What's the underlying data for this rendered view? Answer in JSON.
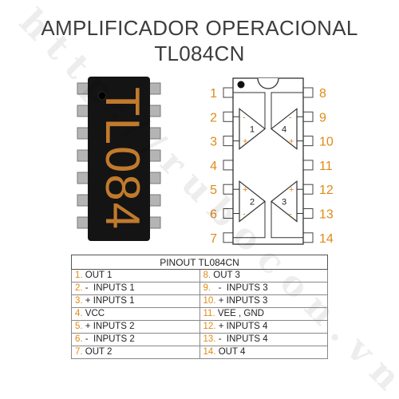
{
  "title_line1": "AMPLIFICADOR OPERACIONAL",
  "title_line2": "TL084CN",
  "chip_marking": "TL084",
  "watermark": "http://rubocon.vn",
  "diagram": {
    "left_pins": [
      "1",
      "2",
      "3",
      "4",
      "5",
      "6",
      "7"
    ],
    "right_pins": [
      "8",
      "9",
      "10",
      "11",
      "12",
      "13",
      "14"
    ],
    "amps": [
      "1",
      "4",
      "2",
      "3"
    ]
  },
  "table": {
    "header": "PINOUT TL084CN",
    "rows": [
      [
        {
          "n": "1.",
          "t": " OUT 1"
        },
        {
          "n": "8.",
          "t": " OUT 3"
        }
      ],
      [
        {
          "n": "2.",
          "t": " -  INPUTS 1"
        },
        {
          "n": "9.",
          "t": "   -  INPUTS 3"
        }
      ],
      [
        {
          "n": "3.",
          "t": " + INPUTS 1"
        },
        {
          "n": "10.",
          "t": " + INPUTS 3"
        }
      ],
      [
        {
          "n": "4.",
          "t": " VCC"
        },
        {
          "n": "11.",
          "t": " VEE , GND"
        }
      ],
      [
        {
          "n": "5.",
          "t": " + INPUTS 2"
        },
        {
          "n": "12.",
          "t": " + INPUTS 4"
        }
      ],
      [
        {
          "n": "6.",
          "t": " -  INPUTS 2"
        },
        {
          "n": "13.",
          "t": " -  INPUTS 4"
        }
      ],
      [
        {
          "n": "7.",
          "t": " OUT 2"
        },
        {
          "n": "14.",
          "t": " OUT 4"
        }
      ]
    ]
  },
  "colors": {
    "pin_number": "#e08a16",
    "chip_body": "#141414",
    "chip_text": "#c17a2c",
    "title": "#3d3d3d"
  }
}
